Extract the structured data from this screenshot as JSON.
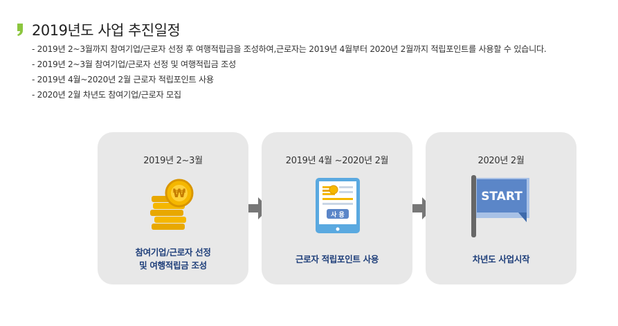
{
  "title": "2019년도 사업 추진일정",
  "description": [
    "- 2019년 2~3월까지 참여기업/근로자 선정 후 여행적립금을 조성하여,근로자는 2019년 4월부터 2020년 2월까지 적립포인트를 사용할 수 있습니다.",
    "- 2019년 2~3월 참여기업/근로자 선정 및 여행적립금 조성",
    "- 2019년 4월~2020년 2월 근로자 적립포인트 사용",
    "- 2020년 2월 차년도 참여기업/근로자 모집"
  ],
  "steps": [
    {
      "period": "2019년 2~3월",
      "label_line1": "참여기업/근로자 선정",
      "label_line2": "및 여행적립금 조성",
      "icon": "coin-stack-icon",
      "coin_symbol": "₩"
    },
    {
      "period": "2019년 4월 ~2020년 2월",
      "label_line1": "근로자 적립포인트 사용",
      "icon": "tablet-icon",
      "button_text": "사 용"
    },
    {
      "period": "2020년 2월",
      "label_line1": "차년도 사업시작",
      "icon": "start-flag-icon",
      "flag_text": "START"
    }
  ],
  "colors": {
    "accent_green": "#8cc63f",
    "card_bg": "#e8e8e8",
    "label_navy": "#1f3f7a",
    "arrow_gray": "#777777",
    "coin_gold": "#f5b700",
    "tablet_blue": "#5aa9e0",
    "flag_blue": "#5b86c8"
  }
}
